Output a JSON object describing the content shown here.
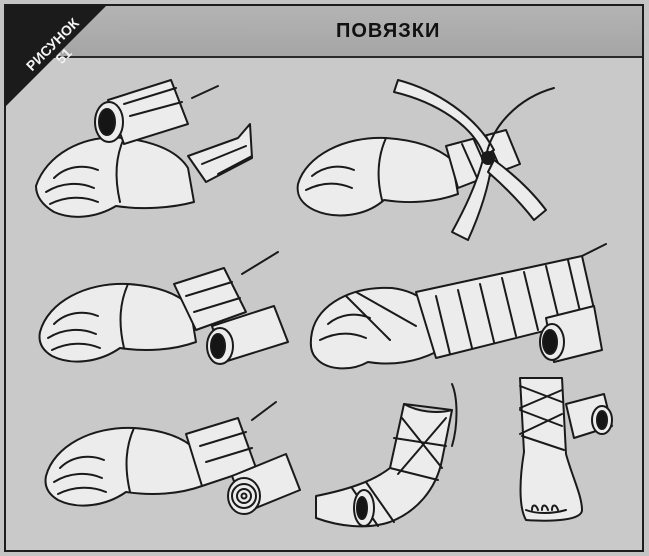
{
  "header": {
    "title": "ПОВЯЗКИ"
  },
  "badge": {
    "label": "РИСУНОК",
    "number": "51"
  },
  "illustrations": [
    "hand-wrist-bandage-roll",
    "hand-wrist-tied-bandage",
    "hand-wrist-bandage-roll-2",
    "hand-forearm-spiral-bandage",
    "hand-wrist-rolled-bandage",
    "elbow-figure-eight-bandage",
    "ankle-foot-bandage"
  ],
  "colors": {
    "background": "#c9c9c9",
    "header": "#aaaaaa",
    "line": "#1a1a1a"
  }
}
